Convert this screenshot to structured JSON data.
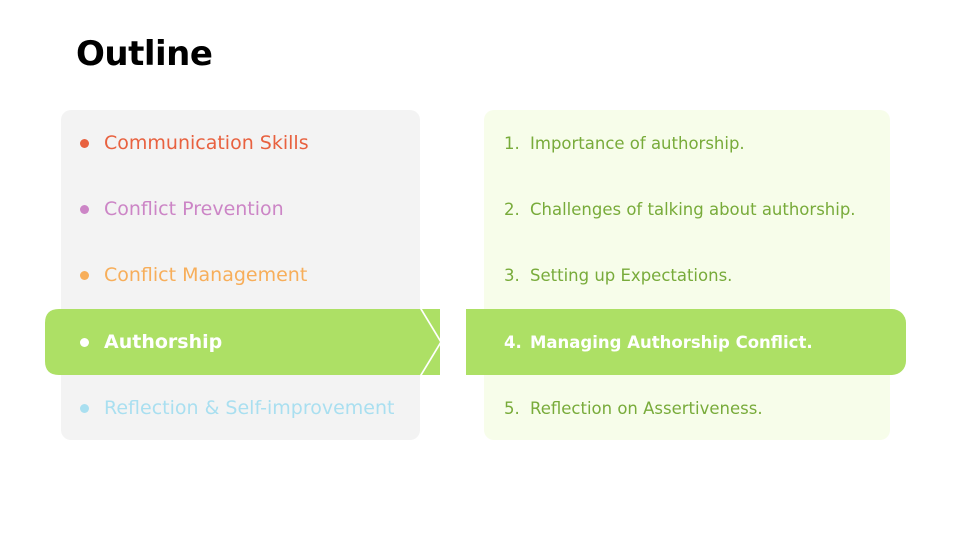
{
  "title": "Outline",
  "colors": {
    "left_panel_bg": "#f3f3f3",
    "right_panel_bg": "#f7fdea",
    "highlight": "#ade065",
    "right_text": "#78ab3a"
  },
  "topics": [
    {
      "label": "Communication Skills",
      "color": "#e8613f"
    },
    {
      "label": "Conflict Prevention",
      "color": "#cc85c6"
    },
    {
      "label": "Conflict Management",
      "color": "#f7ae5a"
    },
    {
      "label": "Authorship",
      "color": "#ffffff",
      "active": true
    },
    {
      "label": "Reflection & Self-improvement",
      "color": "#a9dff0"
    }
  ],
  "subtopics": [
    {
      "number": "1.",
      "label": "Importance of authorship."
    },
    {
      "number": "2.",
      "label": "Challenges of talking about authorship."
    },
    {
      "number": "3.",
      "label": "Setting up Expectations."
    },
    {
      "number": "4.",
      "label": "Managing Authorship Conflict.",
      "active": true
    },
    {
      "number": "5.",
      "label": "Reflection on Assertiveness."
    }
  ]
}
